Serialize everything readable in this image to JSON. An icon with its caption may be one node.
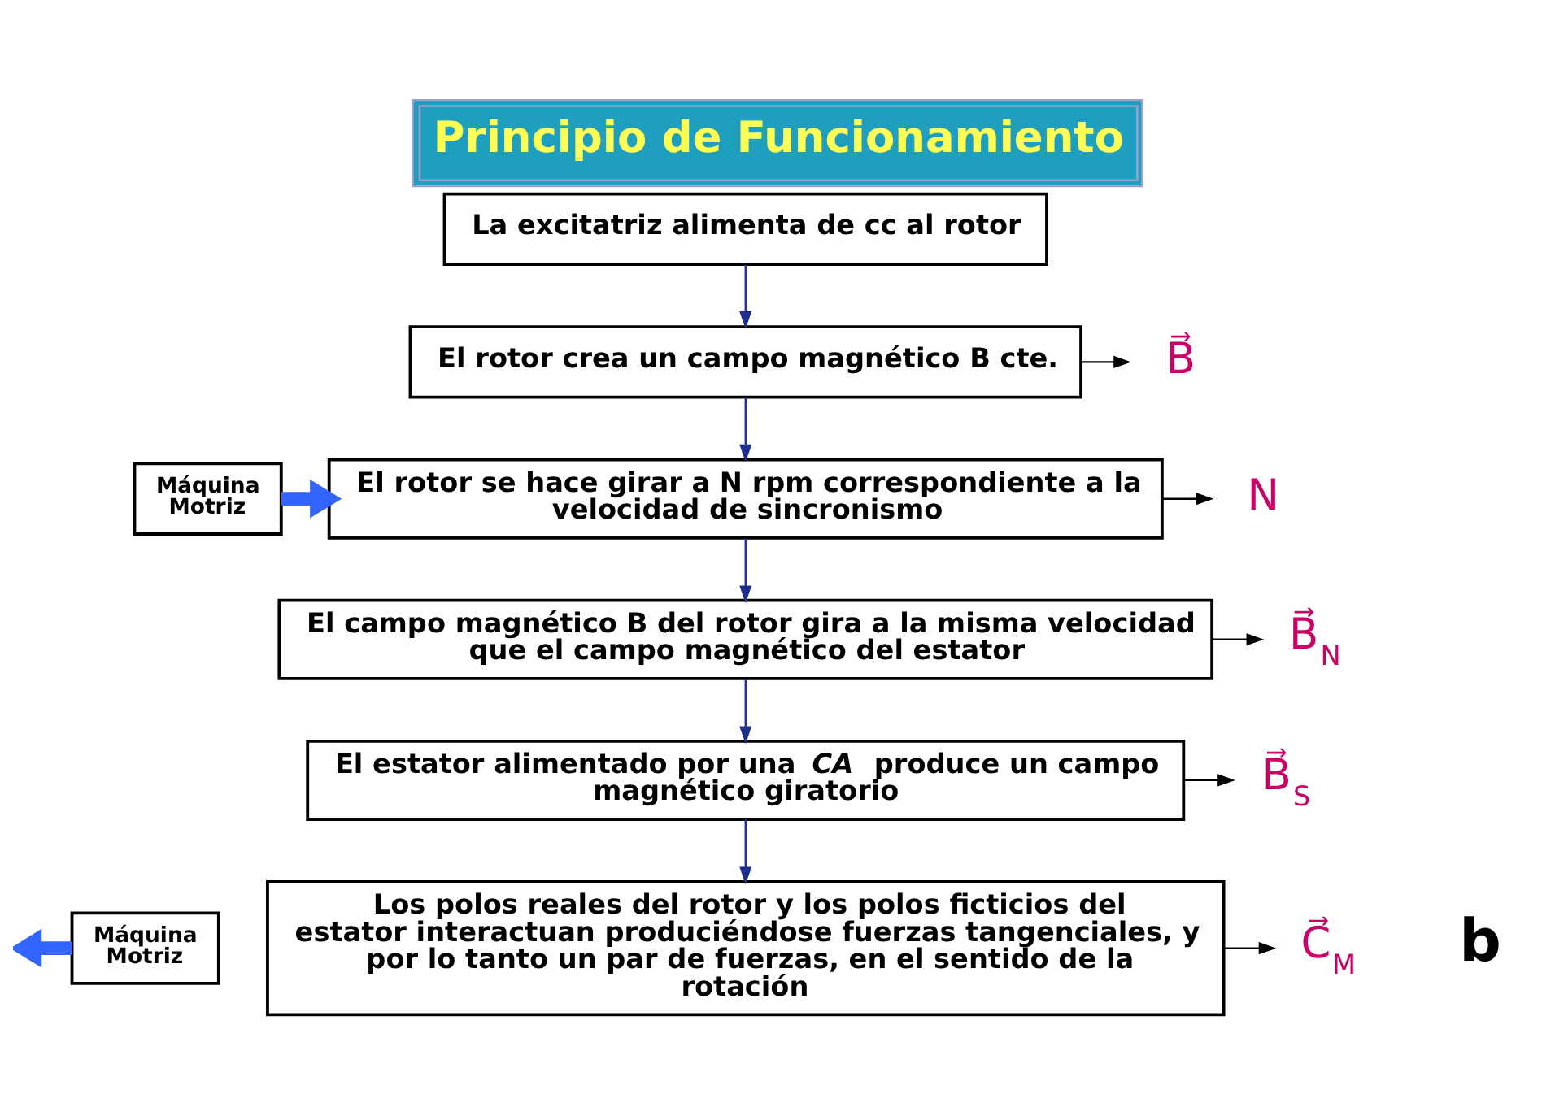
{
  "diagram": {
    "title": "Principio de Funcionamiento",
    "nodes": [
      {
        "text": [
          "La excitatriz alimenta de cc al rotor"
        ]
      },
      {
        "text": [
          "El rotor crea un campo magnético B cte."
        ]
      },
      {
        "text": [
          "Máquina Motriz"
        ]
      },
      {
        "text": [
          "El rotor se hace girar a N rpm correspondiente a la velocidad de sincronismo"
        ]
      },
      {
        "text": [
          "El campo magnético B del rotor gira a la misma velocidad que el campo magnético del estator"
        ]
      },
      {
        "text": [
          "El estator alimentado por una *CA* produce un campo magnético giratorio"
        ]
      },
      {
        "text": [
          "Máquina Motriz"
        ]
      },
      {
        "text": [
          "Los polos reales del rotor y los polos ficticios del estator interactuan produciéndose fuerzas tangenciales, y por lo tanto un par de fuerzas, en el sentido de la rotación"
        ]
      },
      {
        "text": [
          "B⃗"
        ]
      },
      {
        "text": [
          "N"
        ]
      },
      {
        "text": [
          "B⃗$_{N}$"
        ]
      },
      {
        "text": [
          "B⃗$_{S}$"
        ]
      },
      {
        "text": [
          "C⃗$_{M}$"
        ]
      }
    ],
    "edges": [
      {
        "from": 0,
        "to": 1,
        "arrow": "to",
        "color": "#1f2f8f"
      },
      {
        "from": 1,
        "to": 3,
        "arrow": "to",
        "color": "#1f2f8f"
      },
      {
        "from": 3,
        "to": 4,
        "arrow": "to",
        "color": "#1f2f8f"
      },
      {
        "from": 4,
        "to": 5,
        "arrow": "to",
        "color": "#1f2f8f"
      },
      {
        "from": 5,
        "to": 7,
        "arrow": "to",
        "color": "#1f2f8f"
      },
      {
        "from": 2,
        "to": 3,
        "arrow": "to",
        "style": "thick",
        "color": "#3366ff"
      },
      {
        "from": 6,
        "to": null,
        "arrow": "to",
        "style": "thick",
        "color": "#3366ff"
      },
      {
        "from": 1,
        "to": 8,
        "arrow": "to",
        "color": "#000000"
      },
      {
        "from": 3,
        "to": 9,
        "arrow": "to",
        "color": "#000000"
      },
      {
        "from": 4,
        "to": 10,
        "arrow": "to",
        "color": "#000000"
      },
      {
        "from": 5,
        "to": 11,
        "arrow": "to",
        "color": "#000000"
      },
      {
        "from": 7,
        "to": 12,
        "arrow": "to",
        "color": "#000000"
      }
    ],
    "labels": [
      "b"
    ]
  }
}
